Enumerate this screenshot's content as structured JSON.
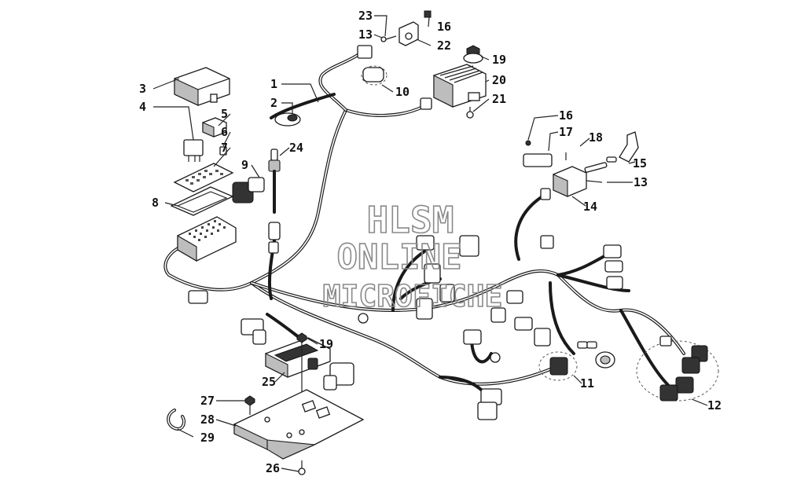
{
  "watermark": {
    "line1": "HLSM",
    "line2": "ONLINE",
    "line3": "MICROFICHE"
  },
  "callouts": [
    {
      "id": "c1",
      "text": "1"
    },
    {
      "id": "c2",
      "text": "2"
    },
    {
      "id": "c3",
      "text": "3"
    },
    {
      "id": "c4",
      "text": "4"
    },
    {
      "id": "c5",
      "text": "5"
    },
    {
      "id": "c6",
      "text": "6"
    },
    {
      "id": "c7",
      "text": "7"
    },
    {
      "id": "c8",
      "text": "8"
    },
    {
      "id": "c9",
      "text": "9"
    },
    {
      "id": "c10",
      "text": "10"
    },
    {
      "id": "c11",
      "text": "11"
    },
    {
      "id": "c12",
      "text": "12"
    },
    {
      "id": "c13a",
      "text": "13"
    },
    {
      "id": "c13b",
      "text": "13"
    },
    {
      "id": "c14",
      "text": "14"
    },
    {
      "id": "c15",
      "text": "15"
    },
    {
      "id": "c16a",
      "text": "16"
    },
    {
      "id": "c16b",
      "text": "16"
    },
    {
      "id": "c17",
      "text": "17"
    },
    {
      "id": "c18",
      "text": "18"
    },
    {
      "id": "c19a",
      "text": "19"
    },
    {
      "id": "c19b",
      "text": "19"
    },
    {
      "id": "c20",
      "text": "20"
    },
    {
      "id": "c21",
      "text": "21"
    },
    {
      "id": "c22",
      "text": "22"
    },
    {
      "id": "c23",
      "text": "23"
    },
    {
      "id": "c24",
      "text": "24"
    },
    {
      "id": "c25",
      "text": "25"
    },
    {
      "id": "c26",
      "text": "26"
    },
    {
      "id": "c27",
      "text": "27"
    },
    {
      "id": "c28",
      "text": "28"
    },
    {
      "id": "c29",
      "text": "29"
    }
  ]
}
